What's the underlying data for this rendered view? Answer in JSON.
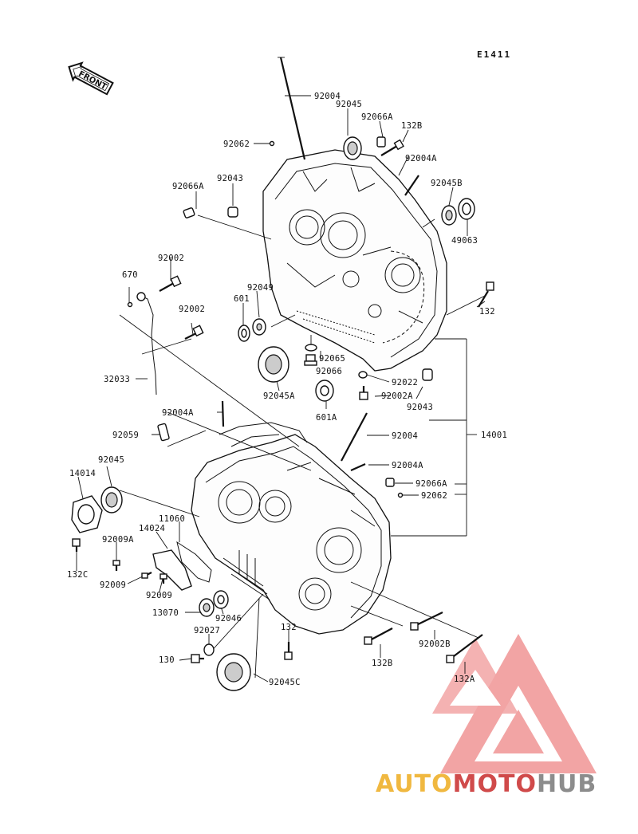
{
  "diagram_code": "E1411",
  "front_label": "FRONT",
  "parts": {
    "p92004_top": "92004",
    "p92045_top": "92045",
    "p92066A_top": "92066A",
    "p132B_top": "132B",
    "p92062_top": "92062",
    "p92004A_top": "92004A",
    "p92066A_left": "92066A",
    "p92043_top": "92043",
    "p92045B": "92045B",
    "p49063": "49063",
    "p670": "670",
    "p92002_a": "92002",
    "p92049": "92049",
    "p601": "601",
    "p132_right": "132",
    "p92002_b": "92002",
    "p92065": "92065",
    "p92066": "92066",
    "p32033": "32033",
    "p92045A": "92045A",
    "p92022": "92022",
    "p92002A": "92002A",
    "p92043_mid": "92043",
    "p601A": "601A",
    "p92004A_mid": "92004A",
    "p92059": "92059",
    "p92004_mid": "92004",
    "p14001": "14001",
    "p92045_left": "92045",
    "p14014": "14014",
    "p92004A_low": "92004A",
    "p92066A_low": "92066A",
    "p92062_low": "92062",
    "p11060": "11060",
    "p14024": "14024",
    "p92009A": "92009A",
    "p132C": "132C",
    "p92009_a": "92009",
    "p92009_b": "92009",
    "p13070": "13070",
    "p92046": "92046",
    "p92027": "92027",
    "p132_low": "132",
    "p92002B": "92002B",
    "p130": "130",
    "p132B_low": "132B",
    "p132A": "132A",
    "p92045C": "92045C"
  },
  "watermark": {
    "part1": "AUTO",
    "part2": "MOTO",
    "part3": "HUB"
  },
  "colors": {
    "line": "#111111",
    "watermark_red": "#e05050",
    "watermark_yellow": "#f0b840",
    "watermark_gray": "#8c8c8c"
  }
}
